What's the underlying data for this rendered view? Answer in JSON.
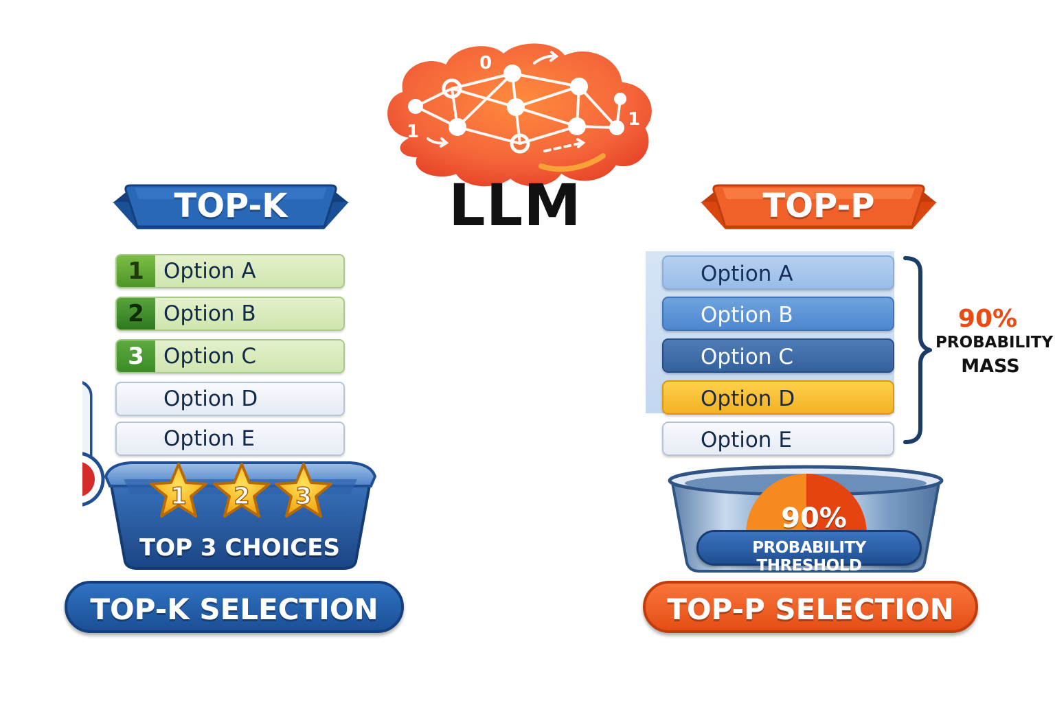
{
  "brain": {
    "glyph_top": "0",
    "glyph_left": "1",
    "glyph_right": "1",
    "color": "#f4653a"
  },
  "llm_title": "LLM",
  "top_k": {
    "banner": "TOP-K",
    "color": "#1f5aa6",
    "options": [
      {
        "rank": "1",
        "label": "Option A",
        "selected": true
      },
      {
        "rank": "2",
        "label": "Option B",
        "selected": true
      },
      {
        "rank": "3",
        "label": "Option C",
        "selected": true
      },
      {
        "rank": "",
        "label": "Option D",
        "selected": false
      },
      {
        "rank": "",
        "label": "Option E",
        "selected": false
      }
    ],
    "stars": [
      "1",
      "2",
      "3"
    ],
    "basket_label": "TOP 3 CHOICES",
    "selection_label": "TOP-K SELECTION",
    "thermometer_icon": "thermometer-icon"
  },
  "top_p": {
    "banner": "TOP-P",
    "color": "#f05a22",
    "options": [
      {
        "label": "Option A",
        "color": "#a9c7ec"
      },
      {
        "label": "Option B",
        "color": "#5e95d6"
      },
      {
        "label": "Option C",
        "color": "#416ea9"
      },
      {
        "label": "Option D",
        "color": "#f7bf35"
      },
      {
        "label": "Option E",
        "color": "#eef1f7"
      }
    ],
    "mass_percent": "90%",
    "mass_line1": "PROBABILITY",
    "mass_line2": "MASS",
    "threshold_percent": "90%",
    "threshold_label": "PROBABILITY THRESHOLD",
    "selection_label": "TOP-P SELECTION"
  }
}
